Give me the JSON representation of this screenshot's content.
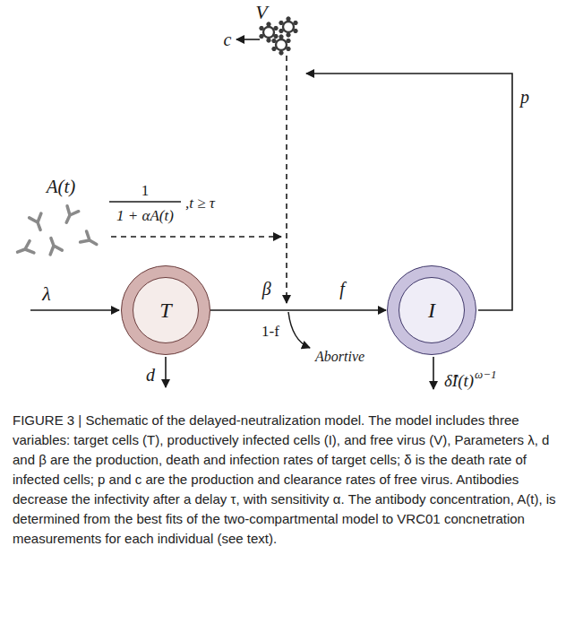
{
  "diagram": {
    "caption": "FIGURE 3 | Schematic of the delayed-neutralization model. The model includes three variables: target cells (T), productively infected cells (I), and free virus (V), Parameters λ, d and β are the production, death and infection rates of target cells; δ is the death rate of infected cells; p and c are the production and clearance rates of free virus. Antibodies decrease the infectivity after a delay τ, with sensitivity α. The antibody concentration, A(t), is determined from the best fits of the two-compartmental model to VRC01 concnetration measurements for each individual (see text).",
    "nodes": [
      {
        "text": [
          "T"
        ]
      },
      {
        "text": [
          "I"
        ]
      }
    ],
    "edges": [
      {
        "from": 0,
        "to": 1,
        "arrow": "to",
        "label": "β"
      }
    ],
    "labels": [
      "V",
      "c",
      "A(t)",
      "1",
      "1 + αA(t)",
      ",t ≥ τ",
      "p",
      "f",
      "1-f",
      "Abortive",
      "λ",
      "d",
      "δ̂I(t)",
      "ω−1"
    ]
  }
}
